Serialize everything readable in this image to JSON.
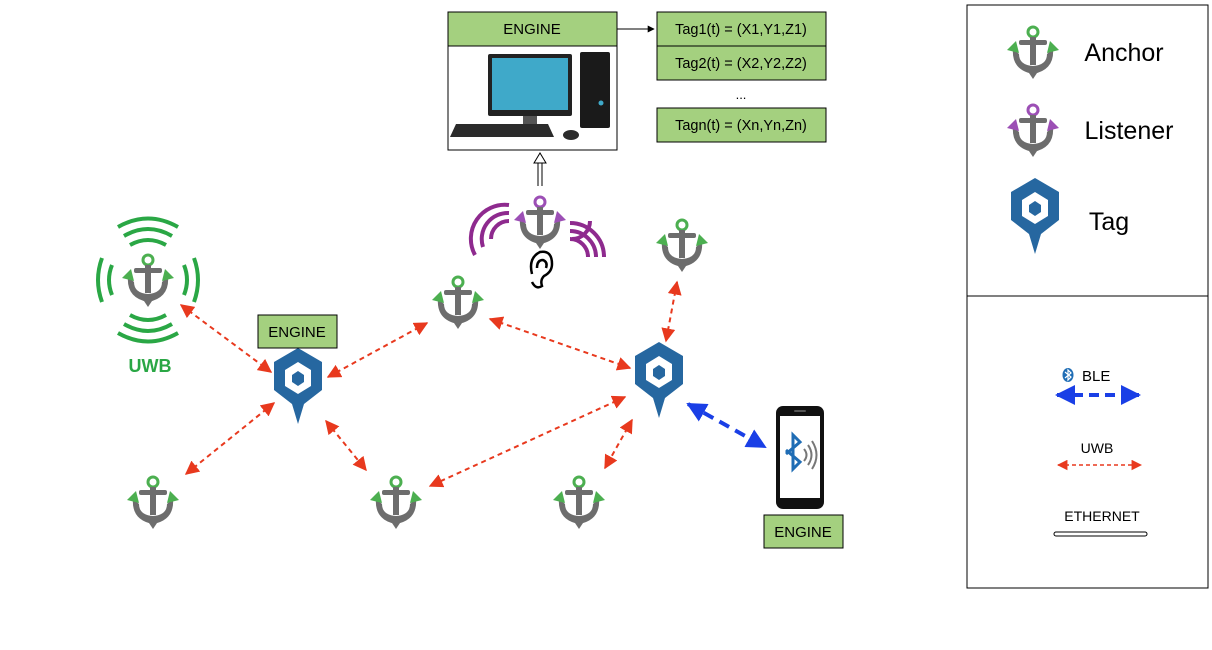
{
  "engine_computer": {
    "label": "ENGINE"
  },
  "tag_positions": [
    "Tag1(t) = (X1,Y1,Z1)",
    "Tag2(t) = (X2,Y2,Z2)",
    "...",
    "Tagn(t) = (Xn,Yn,Zn)"
  ],
  "uwb_anchor_label": "UWB",
  "engine_tag_left": "ENGINE",
  "engine_phone": "ENGINE",
  "legend": {
    "anchor": "Anchor",
    "listener": "Listener",
    "tag": "Tag",
    "ble": "BLE",
    "uwb": "UWB",
    "ethernet": "ETHERNET"
  },
  "colors": {
    "box_green": "#a4d07f",
    "uwb_green": "#2aa745",
    "anchor_gray": "#6d6d6d",
    "anchor_green": "#4caf50",
    "listener_purple": "#9c4fb5",
    "tag_blue": "#2667a0",
    "uwb_arrow_red": "#e8391e",
    "ble_arrow_blue": "#1a3fe6"
  }
}
